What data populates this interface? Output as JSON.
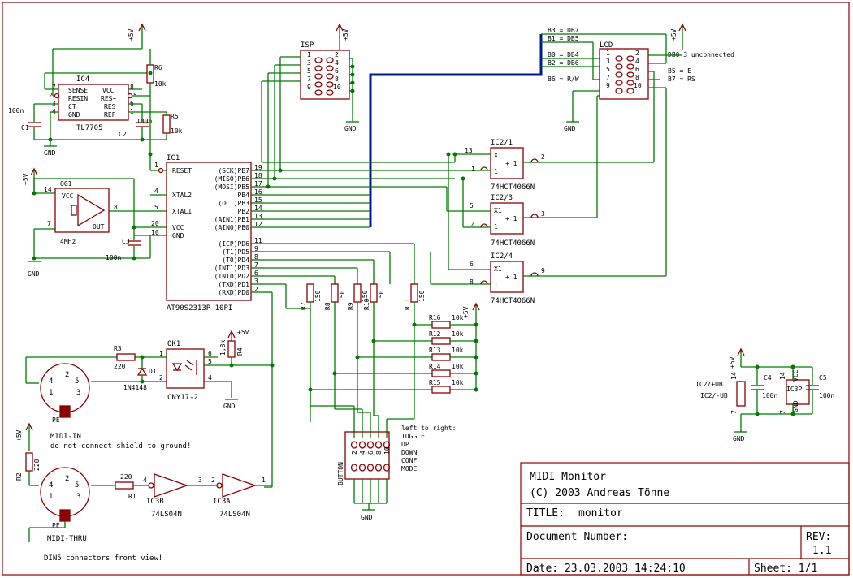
{
  "title_block": {
    "project": "MIDI Monitor",
    "copyright": "(C) 2003 Andreas Tönne",
    "title_label": "TITLE:",
    "title_value": "monitor",
    "docnum_label": "Document Number:",
    "rev_label": "REV:",
    "rev_value": "1.1",
    "date": "Date: 23.03.2003 14:24:10",
    "sheet": "Sheet: 1/1"
  },
  "supply": {
    "vcc": "+5V",
    "gnd": "GND"
  },
  "ic4": {
    "ref": "IC4",
    "part": "TL7705",
    "pins_left": [
      "SENSE",
      "RESIN",
      "CT",
      "GND"
    ],
    "pins_right": [
      "VCC",
      "RES~",
      "RES",
      "REF"
    ],
    "pin_nums_left": [
      "7",
      "2",
      "3",
      "4"
    ],
    "pin_nums_right": [
      "8",
      "5",
      "6",
      "1"
    ]
  },
  "passives": {
    "r6": "R6",
    "r6_val": "10k",
    "r5": "R5",
    "r5_val": "10k",
    "c1": "C1",
    "c1_val": "100n",
    "c2": "C2",
    "c2_val": "100n",
    "c3": "C3",
    "c3_val": "100n",
    "c4": "C4",
    "c4_val": "100n",
    "c5": "C5",
    "c5_val": "100n",
    "r3": "R3",
    "r3_val": "220",
    "r1": "R1",
    "r1_val": "220",
    "r2": "R2",
    "r2_val": "220",
    "r4": "R4",
    "r4_val": "1,8k",
    "d1": "D1",
    "d1_val": "1N4148"
  },
  "isp": {
    "ref": "ISP",
    "pins_left": [
      "1",
      "3",
      "5",
      "7",
      "9"
    ],
    "pins_right": [
      "2",
      "4",
      "6",
      "8",
      "10"
    ]
  },
  "lcd": {
    "ref": "LCD",
    "pins_left": [
      "1",
      "3",
      "5",
      "7",
      "9"
    ],
    "pins_right": [
      "2",
      "4",
      "6",
      "8",
      "10"
    ],
    "net_labels": [
      "B3 = DB7",
      "B1 = DB5",
      "B0 = DB4",
      "B2 = DB6",
      "B6 = R/W"
    ],
    "notes": [
      "DB0-3 unconnected",
      "B5 = E",
      "B7 = RS"
    ]
  },
  "qg1": {
    "ref": "QG1",
    "freq": "4MHz",
    "pin_vcc": "VCC",
    "pin_out": "OUT",
    "pin14": "14",
    "pin7": "7",
    "pin8": "8"
  },
  "ic1": {
    "ref": "IC1",
    "part": "AT90S2313P-10PI",
    "pins_left": [
      "RESET",
      "XTAL2",
      "XTAL1",
      "VCC",
      "GND"
    ],
    "pin_nums_left": [
      "1",
      "4",
      "5",
      "20",
      "10"
    ],
    "pins_right": [
      "(SCK)PB7",
      "(MISO)PB6",
      "(MOSI)PB5",
      "PB4",
      "(OC1)PB3",
      "PB2",
      "(AIN1)PB1",
      "(AIN0)PB0",
      "(ICP)PD6",
      "(T1)PD5",
      "(T0)PD4",
      "(INT1)PD3",
      "(INT0)PD2",
      "(TXD)PD1",
      "(RXD)PD0"
    ],
    "pin_nums_right": [
      "19",
      "18",
      "17",
      "16",
      "15",
      "14",
      "13",
      "12",
      "11",
      "9",
      "8",
      "7",
      "6",
      "3",
      "2"
    ]
  },
  "switches": [
    {
      "ref": "IC2/1",
      "pins": [
        "X1",
        "+ 1",
        "1"
      ],
      "part": "74HCT4066N",
      "in": "13",
      "out": "2",
      "ctl": "1"
    },
    {
      "ref": "IC2/3",
      "pins": [
        "X1",
        "+ 1",
        "1"
      ],
      "part": "74HCT4066N",
      "in": "5",
      "out": "3",
      "ctl": "4"
    },
    {
      "ref": "IC2/4",
      "pins": [
        "X1",
        "+ 1",
        "1"
      ],
      "part": "74HCT4066N",
      "in": "6",
      "out": "9",
      "ctl": "8"
    }
  ],
  "pullups": [
    {
      "ref": "R7",
      "val": "150"
    },
    {
      "ref": "R8",
      "val": "150"
    },
    {
      "ref": "R9",
      "val": "150"
    },
    {
      "ref": "R10",
      "val": "150"
    },
    {
      "ref": "R11",
      "val": "150"
    }
  ],
  "pulldowns": [
    {
      "ref": "R16",
      "val": "10k"
    },
    {
      "ref": "R12",
      "val": "10k"
    },
    {
      "ref": "R13",
      "val": "10k"
    },
    {
      "ref": "R14",
      "val": "10k"
    },
    {
      "ref": "R15",
      "val": "10k"
    }
  ],
  "ok1": {
    "ref": "OK1",
    "part": "CNY17-2",
    "pins": [
      "1",
      "2",
      "6",
      "5",
      "4"
    ]
  },
  "inverters": [
    {
      "ref": "IC3B",
      "part": "74LS04N",
      "in": "4",
      "out": "3"
    },
    {
      "ref": "IC3A",
      "part": "74LS04N",
      "in": "2",
      "out": "1"
    }
  ],
  "midi_in": {
    "label": "MIDI-IN",
    "note": "do not connect shield to ground!",
    "pins": [
      "4",
      "2",
      "5",
      "1",
      "3"
    ],
    "pe": "PE"
  },
  "midi_thru": {
    "label": "MIDI-THRU",
    "note": "DIN5 connectors front view!",
    "pins": [
      "4",
      "2",
      "5",
      "1",
      "3"
    ],
    "pe": "PE"
  },
  "button": {
    "ref": "BUTTON",
    "legend_title": "left to right:",
    "legend": [
      "TOGGLE",
      "UP",
      "DOWN",
      "CONF",
      "MODE"
    ],
    "pins_top": [
      "2",
      "4",
      "6",
      "8",
      "10"
    ]
  },
  "ic3p": {
    "ref": "IC3P",
    "labels": [
      "IC2/+UB",
      "IC2/-UB"
    ],
    "vcc": "VCC",
    "gnd": "GND",
    "pin14": "14",
    "pin7": "7"
  }
}
